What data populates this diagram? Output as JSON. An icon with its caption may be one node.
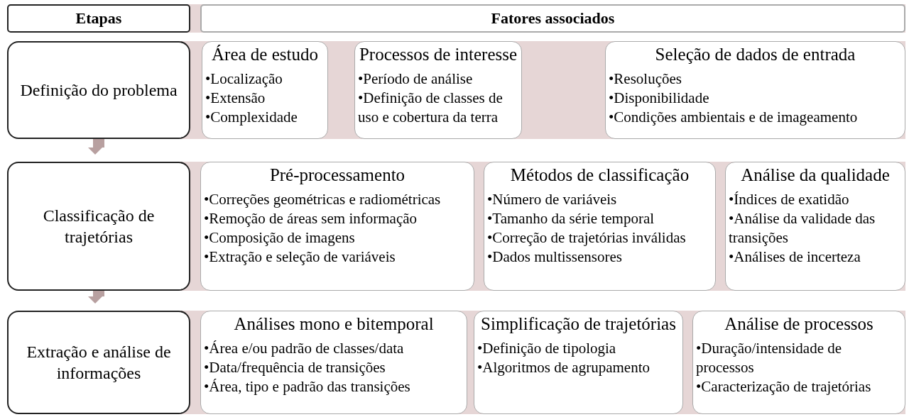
{
  "diagram": {
    "nodes": [
      {
        "text": [
          "Etapas"
        ]
      },
      {
        "text": [
          "Fatores associados"
        ]
      },
      {
        "text": [
          "Definição do problema"
        ]
      },
      {
        "text": [
          "Área de estudo",
          "•Localização",
          "•Extensão",
          "•Complexidade"
        ]
      },
      {
        "text": [
          "Processos de interesse",
          "•Período de análise",
          "•Definição de classes de uso e cobertura da terra"
        ]
      },
      {
        "text": [
          "Seleção de dados de entrada",
          "•Resoluções",
          "•Disponibilidade",
          "•Condições ambientais e de imageamento"
        ]
      },
      {
        "text": [
          "Classificação de trajetórias"
        ]
      },
      {
        "text": [
          "Pré-processamento",
          "•Correções geométricas e radiométricas",
          "•Remoção de áreas sem informação",
          "•Composição de imagens",
          "•Extração e seleção de variáveis"
        ]
      },
      {
        "text": [
          "Métodos de classificação",
          "•Número de variáveis",
          "•Tamanho da série temporal",
          "•Correção de trajetórias inválidas",
          "•Dados multissensores"
        ]
      },
      {
        "text": [
          "Análise da qualidade",
          "•Índices de exatidão",
          "•Análise da validade das transições",
          "•Análises de incerteza"
        ]
      },
      {
        "text": [
          "Extração e análise de informações"
        ]
      },
      {
        "text": [
          "Análises mono e bitemporal",
          "•Área  e/ou padrão de classes/data",
          "•Data/frequência de transições",
          "•Área, tipo e padrão das transições"
        ]
      },
      {
        "text": [
          "Simplificação de trajetórias",
          "•Definição de tipologia",
          "•Algoritmos de agrupamento"
        ]
      },
      {
        "text": [
          "Análise de processos",
          "•Duração/intensidade de processos",
          "•Caracterização de trajetórias"
        ]
      }
    ],
    "edges": [
      {
        "from": 2,
        "to": 6,
        "arrow": "to"
      },
      {
        "from": 6,
        "to": 10,
        "arrow": "to"
      }
    ]
  }
}
